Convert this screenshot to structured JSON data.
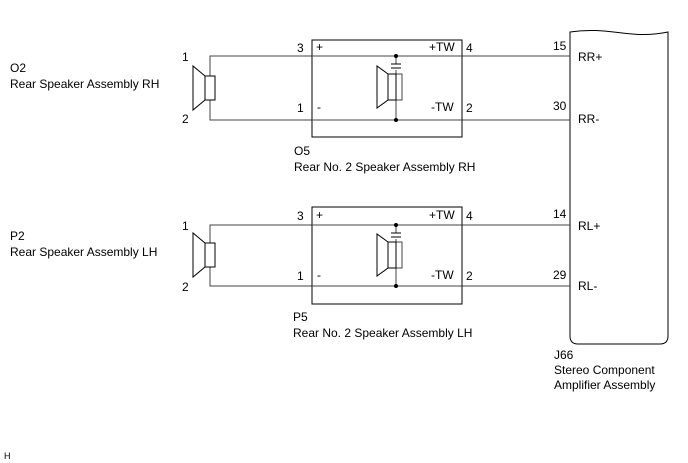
{
  "diagram": {
    "amplifier": {
      "connector": "J66",
      "name_line1": "Stereo Component",
      "name_line2": "Amplifier Assembly",
      "terminals": [
        {
          "pin": "15",
          "label": "RR+"
        },
        {
          "pin": "30",
          "label": "RR-"
        },
        {
          "pin": "14",
          "label": "RL+"
        },
        {
          "pin": "29",
          "label": "RL-"
        }
      ]
    },
    "channels": [
      {
        "speaker_connector": "O2",
        "speaker_name": "Rear Speaker Assembly RH",
        "speaker_pin_top": "1",
        "speaker_pin_bottom": "2",
        "sub_connector": "O5",
        "sub_name": "Rear No. 2 Speaker Assembly RH",
        "pin_left_top": "3",
        "pin_left_bottom": "1",
        "pin_right_top": "4",
        "pin_right_bottom": "2",
        "label_plus": "+",
        "label_minus": "-",
        "label_tw_plus": "+TW",
        "label_tw_minus": "-TW"
      },
      {
        "speaker_connector": "P2",
        "speaker_name": "Rear Speaker Assembly LH",
        "speaker_pin_top": "1",
        "speaker_pin_bottom": "2",
        "sub_connector": "P5",
        "sub_name": "Rear No. 2 Speaker Assembly LH",
        "pin_left_top": "3",
        "pin_left_bottom": "1",
        "pin_right_top": "4",
        "pin_right_bottom": "2",
        "label_plus": "+",
        "label_minus": "-",
        "label_tw_plus": "+TW",
        "label_tw_minus": "-TW"
      }
    ],
    "corner_mark": "H"
  }
}
